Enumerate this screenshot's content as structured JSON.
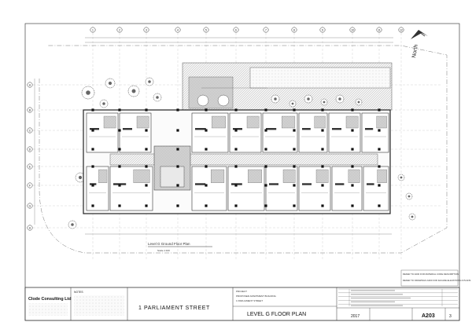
{
  "plan": {
    "north_label": "North",
    "grid_top": [
      "1",
      "2",
      "3",
      "4",
      "5",
      "6",
      "7",
      "8",
      "9",
      "10",
      "11",
      "12"
    ],
    "grid_left": [
      "A",
      "B",
      "C",
      "D",
      "E",
      "F",
      "G",
      "H"
    ],
    "drawing_title": "Level G Ground Floor Plan",
    "drawing_scale": "Scale 1:100"
  },
  "title_block": {
    "company": "Clode Consulting Ltd",
    "street": "1 PARLIAMENT STREET",
    "sheet_title": "LEVEL G FLOOR PLAN",
    "project_label": "PROJECT",
    "project_lines": [
      "PROPOSED APARTMENT BUILDING",
      "1 PARLIAMENT STREET"
    ],
    "date": "2017",
    "drawing_number": "A203",
    "revision": "3"
  },
  "notes": {
    "heading": "NOTES"
  },
  "reference_notes": [
    "REFER TO A000 FOR MATERIAL CODE DESCRIPTION",
    "REFER TO DRAWINGS A300 FOR FACADE ELEVATIONS & PLANS"
  ]
}
